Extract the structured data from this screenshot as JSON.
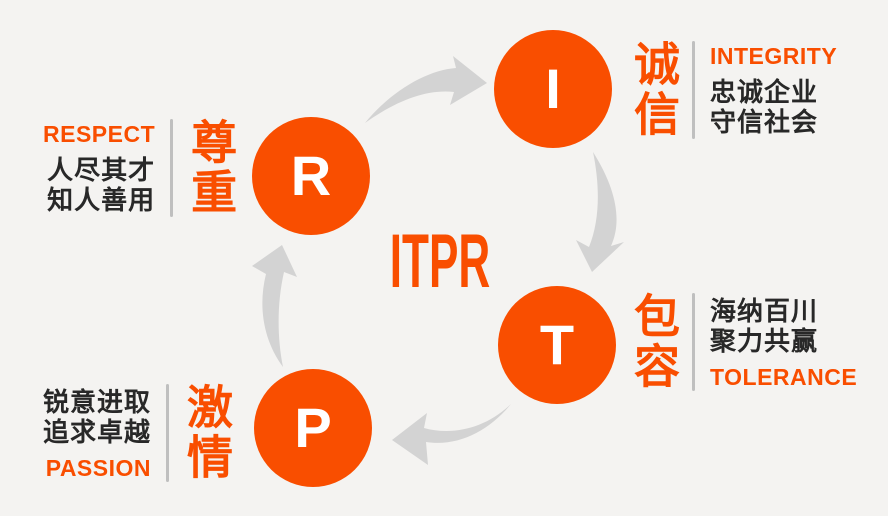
{
  "title": "ITPR",
  "colors": {
    "background": "#F4F3F1",
    "accent": "#F94E00",
    "text-dark": "#282828",
    "arrow-gray": "#D3D3D3",
    "divider-gray": "#BFBFBF",
    "circle-letter": "#FFFFFF"
  },
  "values": [
    {
      "id": "integrity",
      "letter": "I",
      "cn": "诚信",
      "en": "INTEGRITY",
      "lines": [
        "忠诚企业",
        "守信社会"
      ]
    },
    {
      "id": "tolerance",
      "letter": "T",
      "cn": "包容",
      "en": "TOLERANCE",
      "lines": [
        "海纳百川",
        "聚力共赢"
      ]
    },
    {
      "id": "passion",
      "letter": "P",
      "cn": "激情",
      "en": "PASSION",
      "lines": [
        "锐意进取",
        "追求卓越"
      ]
    },
    {
      "id": "respect",
      "letter": "R",
      "cn": "尊重",
      "en": "RESPECT",
      "lines": [
        "人尽其才",
        "知人善用"
      ]
    }
  ],
  "cycle_arrows": [
    "arrow-r-to-i",
    "arrow-i-to-t",
    "arrow-t-to-p",
    "arrow-p-to-r"
  ]
}
